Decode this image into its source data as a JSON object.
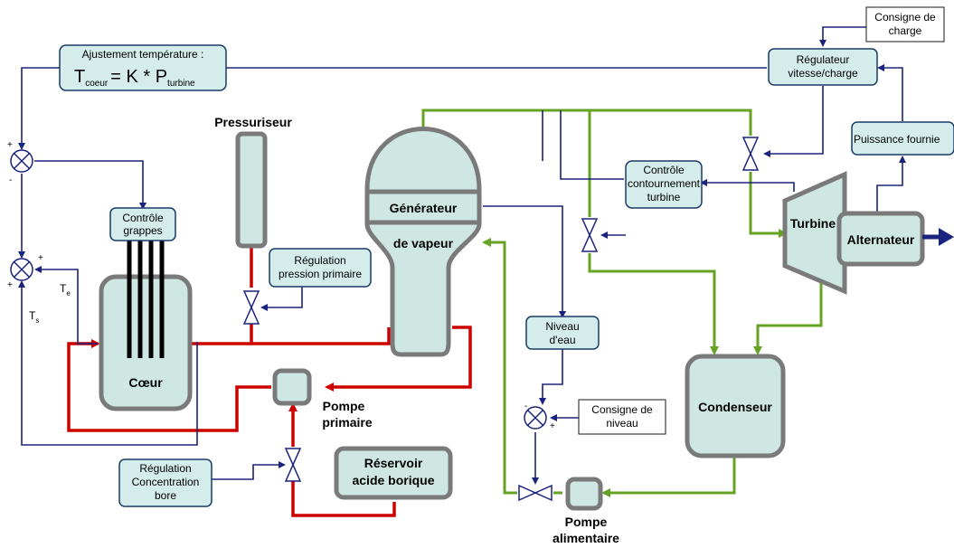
{
  "colors": {
    "primary_loop": "#cc0000",
    "secondary_loop": "#66a325",
    "control_line": "#1a237e",
    "component_fill": "#cfe7e3",
    "component_border": "#7a7a7a",
    "control_box_fill": "#d4ecea",
    "control_box_border": "#1a3a6a"
  },
  "controls": {
    "temp_adjust_title": "Ajustement température :",
    "temp_formula_T": "T",
    "temp_formula_coeur": "coeur",
    "temp_formula_mid": "= K * P",
    "temp_formula_turbine": "turbine",
    "grappes": [
      "Contrôle",
      "grappes"
    ],
    "regul_pression": [
      "Régulation",
      "pression primaire"
    ],
    "regul_bore": [
      "Régulation",
      "Concentration",
      "bore"
    ],
    "niveau_eau": [
      "Niveau",
      "d'eau"
    ],
    "contournement": [
      "Contrôle",
      "contournement",
      "turbine"
    ],
    "regulateur": [
      "Régulateur",
      "vitesse/charge"
    ],
    "puissance": "Puissance fournie",
    "consigne_charge": [
      "Consigne de",
      "charge"
    ],
    "consigne_niveau": [
      "Consigne de",
      "niveau"
    ]
  },
  "components": {
    "pressuriseur": "Pressuriseur",
    "generateur": "Générateur",
    "de_vapeur": "de vapeur",
    "coeur": "Cœur",
    "pompe_primaire": [
      "Pompe",
      "primaire"
    ],
    "reservoir": [
      "Réservoir",
      "acide borique"
    ],
    "condenseur": "Condenseur",
    "turbine": "Turbine",
    "alternateur": "Alternateur",
    "pompe_alimentaire": [
      "Pompe",
      "alimentaire"
    ]
  },
  "signals": {
    "Te": "T",
    "Te_sub": "e",
    "Ts": "T",
    "Ts_sub": "s",
    "plus": "+",
    "minus": "-"
  }
}
